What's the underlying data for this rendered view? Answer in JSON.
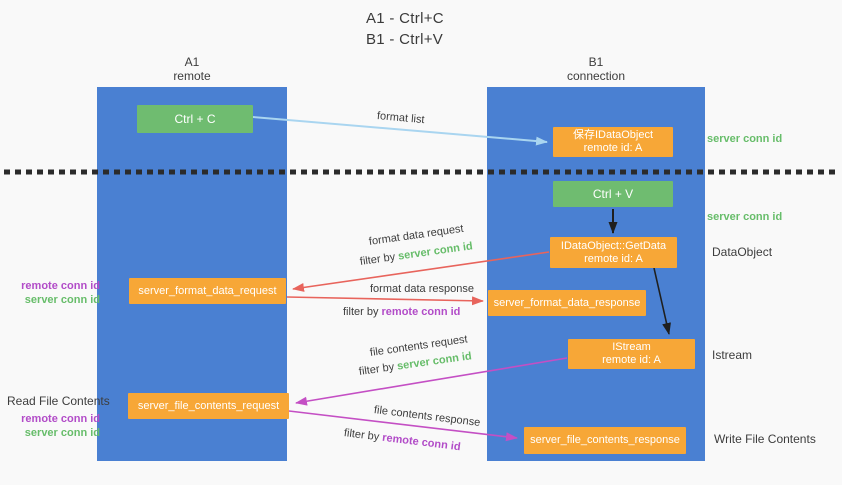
{
  "title": {
    "line1": "A1 - Ctrl+C",
    "line2": "B1 - Ctrl+V"
  },
  "lanes": {
    "left": {
      "name": "A1",
      "role": "remote"
    },
    "right": {
      "name": "B1",
      "role": "connection"
    }
  },
  "nodes": {
    "ctrl_c": {
      "label": "Ctrl + C"
    },
    "ctrl_v": {
      "label": "Ctrl + V"
    },
    "save_dataobject": {
      "line1": "保存IDataObject",
      "line2": "remote id: A"
    },
    "getdata": {
      "line1": "IDataObject::GetData",
      "line2": "remote id: A"
    },
    "istream": {
      "line1": "IStream",
      "line2": "remote id: A"
    },
    "format_request": {
      "label": "server_format_data_request"
    },
    "format_response": {
      "label": "server_format_data_response"
    },
    "file_request": {
      "label": "server_file_contents_request"
    },
    "file_response": {
      "label": "server_file_contents_response"
    }
  },
  "labels": {
    "format_list": "format list",
    "format_data_request": "format data request",
    "format_data_response": "format data response",
    "file_contents_request": "file contents request",
    "file_contents_response": "file contents response",
    "filter_by": "filter by",
    "server_conn_id": "server conn id",
    "remote_conn_id": "remote conn id",
    "dataobject": "DataObject",
    "istream": "Istream",
    "read_file_contents": "Read File Contents",
    "write_file_contents": "Write File Contents"
  },
  "colors": {
    "lane_blue": "#4a80d2",
    "box_green": "#6fbc70",
    "box_orange": "#f7a737",
    "arrow_red": "#e8645c",
    "arrow_magenta": "#c44fc4",
    "arrow_lightblue": "#a9d5f0",
    "arrow_black": "#1f1f1f",
    "text_green": "#67bd6a",
    "text_purple": "#b24cc8",
    "background": "#f9f9f9"
  }
}
